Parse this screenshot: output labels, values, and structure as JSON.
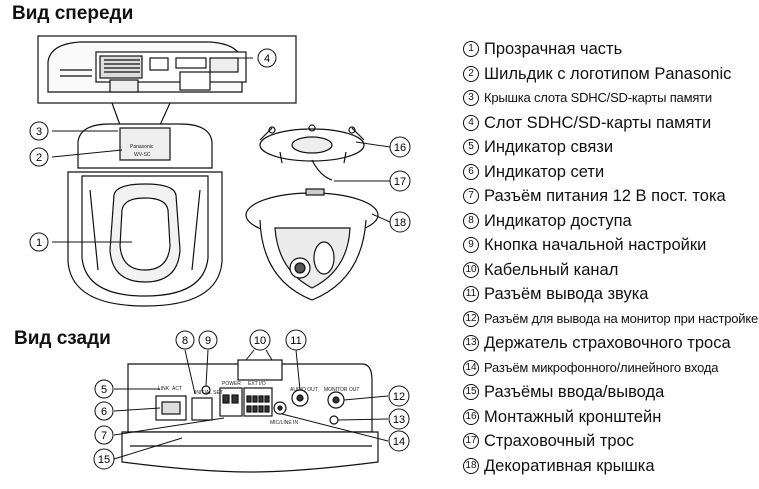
{
  "headings": {
    "front": "Вид спереди",
    "rear": "Вид сзади"
  },
  "legend": [
    {
      "num": "1",
      "text": "Прозрачная часть",
      "size": "normal"
    },
    {
      "num": "2",
      "text": "Шильдик с логотипом Panasonic",
      "size": "normal"
    },
    {
      "num": "3",
      "text": "Крышка слота SDHC/SD-карты памяти",
      "size": "small"
    },
    {
      "num": "4",
      "text": "Слот SDHC/SD-карты памяти",
      "size": "normal"
    },
    {
      "num": "5",
      "text": "Индикатор связи",
      "size": "normal"
    },
    {
      "num": "6",
      "text": "Индикатор сети",
      "size": "normal"
    },
    {
      "num": "7",
      "text": "Разъём питания 12 В пост. тока",
      "size": "normal"
    },
    {
      "num": "8",
      "text": "Индикатор доступа",
      "size": "normal"
    },
    {
      "num": "9",
      "text": "Кнопка начальной настройки",
      "size": "normal"
    },
    {
      "num": "10",
      "text": "Кабельный канал",
      "size": "normal"
    },
    {
      "num": "11",
      "text": "Разъём вывода звука",
      "size": "normal"
    },
    {
      "num": "12",
      "text": "Разъём для вывода на монитор при настройке",
      "size": "small"
    },
    {
      "num": "13",
      "text": "Держатель страховочного троса",
      "size": "normal"
    },
    {
      "num": "14",
      "text": "Разъём микрофонного/линейного входа",
      "size": "small"
    },
    {
      "num": "15",
      "text": "Разъёмы ввода/вывода",
      "size": "normal"
    },
    {
      "num": "16",
      "text": "Монтажный кронштейн",
      "size": "normal"
    },
    {
      "num": "17",
      "text": "Страховочный трос",
      "size": "normal"
    },
    {
      "num": "18",
      "text": "Декоративная крышка",
      "size": "normal"
    }
  ],
  "callouts": {
    "c1": "1",
    "c2": "2",
    "c3": "3",
    "c4": "4",
    "c5": "5",
    "c6": "6",
    "c7": "7",
    "c8": "8",
    "c9": "9",
    "c10": "10",
    "c11": "11",
    "c12": "12",
    "c13": "13",
    "c14": "14",
    "c15": "15",
    "c16": "16",
    "c17": "17",
    "c18": "18"
  },
  "device_labels": {
    "brand": "Panasonic",
    "model": "WV-SC",
    "audio_out": "AUDIO OUT",
    "monitor_out": "MONITOR OUT",
    "mic_line_in": "MIC/LINE IN",
    "power": "POWER",
    "ext_io": "EXT I/O",
    "init_set": "INITIAL SET",
    "link": "LINK",
    "access": "ACT"
  }
}
